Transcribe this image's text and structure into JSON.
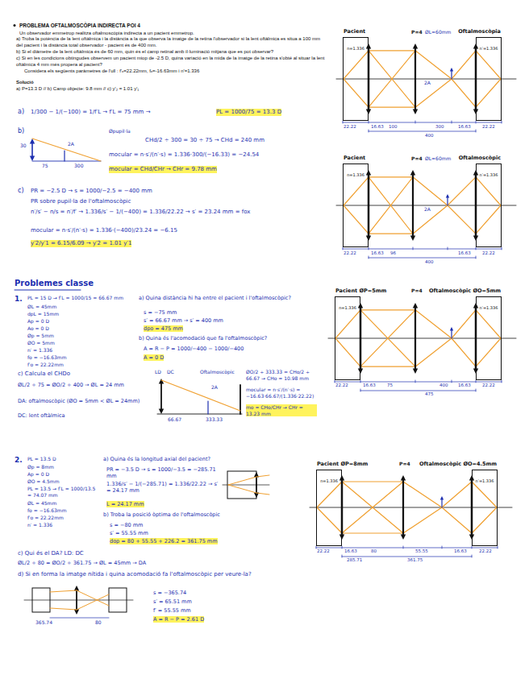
{
  "diagram": {
    "title": "PROBLEMA OFTALMOSCÒPIA INDIRECTA POI 4",
    "nodes": [
      {
        "text": [
          "Pacient",
          "n=1.336"
        ]
      },
      {
        "text": [
          "Oftalmoscòpia",
          "n′=1.336"
        ]
      },
      {
        "text": [
          "Pacient",
          "n=1.336"
        ]
      },
      {
        "text": [
          "Oftalmoscòpic",
          "n′=1.336"
        ]
      },
      {
        "text": [
          "Pacient ØP=5mm",
          "n=1.336"
        ]
      },
      {
        "text": [
          "Oftalmoscòpic ØO=5mm",
          "n′=1.336"
        ]
      },
      {
        "text": [
          "Pacient ØP=8mm",
          "n=1.336"
        ]
      },
      {
        "text": [
          "Oftalmoscòpic ØO=4.5mm",
          "n′=1.336"
        ]
      }
    ],
    "labels": [
      "Un observador emmetrop realitza oftalmoscòpia indirecta a un pacient emmetrop.",
      "a) Troba la potència de la lent oftàlmica i la distància a la que observa la imatge de la retina l'observador si la lent oftàlmica es situa a 100 mm del pacient i la distància total observador - pacient és de 400 mm.",
      "b) Si el diàmetre de la lent oftàlmica és de 60 mm, quin és el camp retinal amb il·luminació mitjana que es pot observar?",
      "c) Si en les condicions obtingudes observem un pacient miop de -2.5 D, quina variació en la mida de la imatge de la retina s'obté al situar la lent oftàlmica 4 mm més propera al pacient?",
      "Considera els següents paràmetres de l'ull : f'ₒ=22.22mm, fₒ=-16.63mm i n'=1.336",
      "Solució",
      "a) P=13.3 D // b) Camp objecte: 9.8 mm // c) y'₂ = 1.01 y'₁",
      "a)",
      "1/300 − 1/(−100) = 1/f′L → f′L = 75 mm →",
      "PL = 1000/75 = 13.3 D",
      "b)",
      "75",
      "300",
      "2A",
      "30",
      "Øpupil·la",
      "CHd/2 ÷ 300 = 30 ÷ 75 → CHd = 240 mm",
      "mocular = n·s′/(n′·s) = 1.336·300/(−16.33) = −24.54",
      "mocular = CHd/CHr → CHr = 9.78 mm",
      "c)",
      "PR = −2.5 D → s = 1000/−2.5 = −400 mm",
      "PR sobre pupil·la de l'oftalmoscòpic",
      "n′/s′ − n/s = n′/f′ → 1.336/s′ − 1/(−400) = 1.336/22.22 → s′ = 23.24 mm = fox",
      "mocular = n·s′/(n′·s) = 1.336·(−400)/23.24 = −6.15",
      "y′2/y′1 = 6.15/6.09 → y′2 = 1.01 y′1",
      "Problemes classe",
      "1.",
      "PL = 15 D → f′L = 1000/15 = 66.67 mm",
      "ØL = 45mm",
      "dpL = 15mm",
      "Ap = 0 D",
      "Ao = 0 D",
      "Øp = 5mm",
      "ØO = 5mm",
      "n′ = 1.336",
      "fo = −16.63mm",
      "f′o = 22.22mm",
      "a) Quina distància hi ha entre el pacient i l'oftalmoscòpic?",
      "s = −75 mm",
      "s′ = 66.67 mm → s′ = 400 mm",
      "dpo = 475 mm",
      "b) Quina és l'acomodació que fa l'oftalmoscòpic?",
      "A = R − P = 1000/−400 − 1000/−400",
      "A = 0 D",
      "c) Calcula el CHDo",
      "ØL/2 ÷ 75 = ØO/2 ÷ 400 → ØL = 24 mm",
      "DA: oftalmoscòpic (ØO = 5mm < ØL = 24mm)",
      "DC: lent oftàlmica",
      "LD",
      "DC",
      "2A",
      "Oftalmoscòpic",
      "66.67",
      "333.33",
      "ØO/2 ÷ 333.33 = CHo/2 ÷ 66.67 → CHo = 10.98 mm",
      "mocular = n·s′/(n′·s) = −16.63·66.67/(1.336·22.22)",
      "mo = CHo/CHr → CHr = 13.23 mm",
      "2.",
      "PL = 13.5 D",
      "Øp = 8mm",
      "Ap = 0 D",
      "ØO = 4.5mm",
      "PL = 13.5 → f′L = 1000/13.5 = 74.07 mm",
      "ØL = 45mm",
      "fo = −16.63mm",
      "f′o = 22.22mm",
      "n′ = 1.336",
      "a) Quina és la longitud axial del pacient?",
      "PR = −3.5 D → s = 1000/−3.5 = −285.71 mm",
      "1.336/s′ − 1/(−285.71) = 1.336/22.22 → s′ = 24.17 mm",
      "L = 24.17 mm",
      "b) Troba la posició òptima de l'oftalmoscòpic",
      "s = −80 mm",
      "s′ = 55.55 mm",
      "dop = 80 + 55.55 + 226.2 = 361.75 mm",
      "c) Qui és el DA? LD: DC",
      "ØL/2 ÷ 80 = ØO/2 ÷ 361.75 → ØL = 45mm → DA",
      "d) Si en forma la imatge nítida i quina acomodació fa l'oftalmoscòpic per veure-la?",
      "365.74",
      "80",
      "s = −365.74",
      "s′ = 65.51 mm",
      "f′ = 55.55 mm",
      "A = R − P = 2.61 D",
      "P=4",
      "ØL=60mm",
      "2A",
      "22.22",
      "16.63",
      "100",
      "300",
      "400",
      "16.63",
      "22.22",
      "P=4",
      "ØL=60mm",
      "2A",
      "22.22",
      "16.63",
      "96",
      "400",
      "16.63",
      "22.22",
      "P=4",
      "22.22",
      "16.63",
      "75",
      "400",
      "16.63",
      "22.22",
      "475",
      "P=4",
      "22.22",
      "16.63",
      "285.71",
      "80",
      "55.55",
      "361.75",
      "16.63",
      "22.22"
    ]
  }
}
